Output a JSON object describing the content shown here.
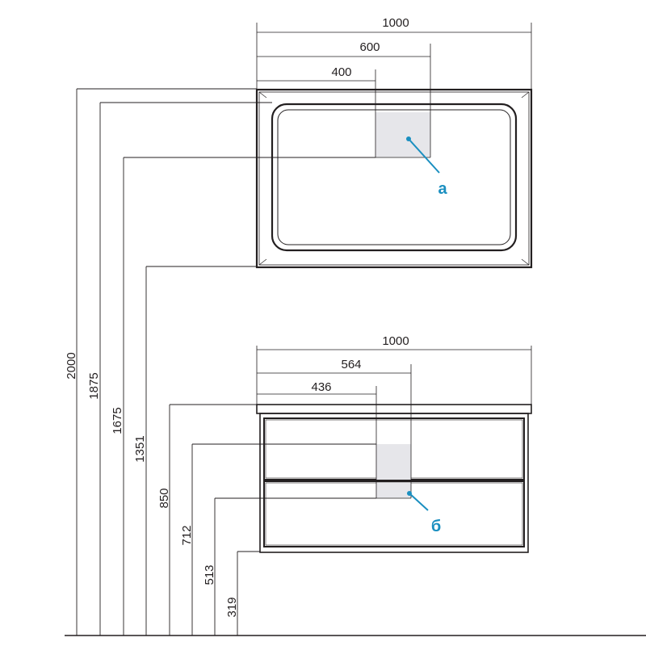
{
  "colors": {
    "line": "#231f20",
    "accent": "#1a8fc0",
    "zone_fill": "#e6e6ea",
    "background": "#ffffff"
  },
  "mirror": {
    "width_label": "1000",
    "zone_right_label": "600",
    "zone_left_label": "400",
    "callout_label": "а"
  },
  "cabinet": {
    "width_label": "1000",
    "zone_right_label": "564",
    "zone_left_label": "436",
    "callout_label": "б"
  },
  "heights": [
    {
      "label": "2000"
    },
    {
      "label": "1875"
    },
    {
      "label": "1675"
    },
    {
      "label": "1351"
    },
    {
      "label": "850"
    },
    {
      "label": "712"
    },
    {
      "label": "513"
    },
    {
      "label": "319"
    }
  ]
}
